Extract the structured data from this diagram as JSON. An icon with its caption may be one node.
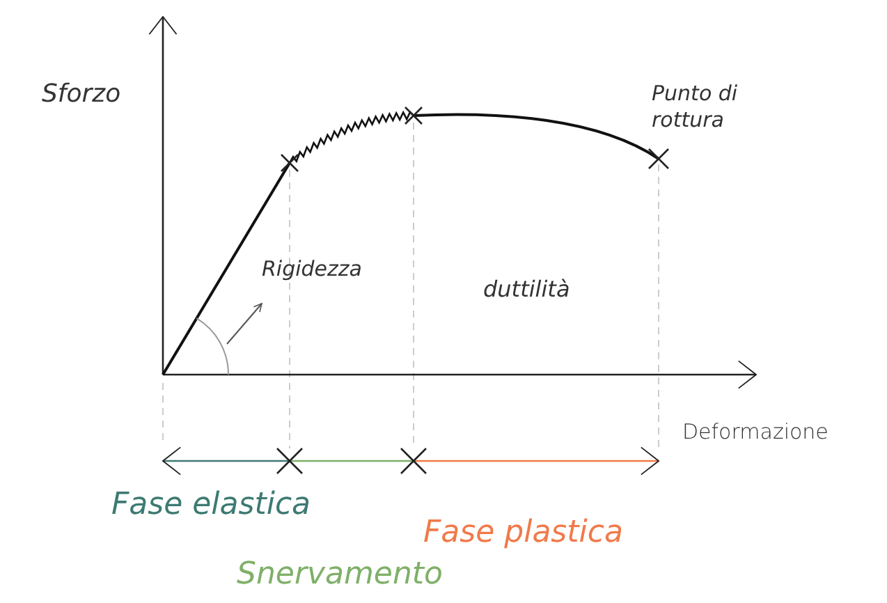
{
  "diagram": {
    "nodes": [
      {
        "text": [
          "Rigidezza"
        ]
      },
      {
        "text": [],
        "shape": "arc"
      }
    ],
    "edges": [
      {
        "from": 1,
        "to": 0,
        "arrow": "to"
      }
    ],
    "labels": [
      "Sforzo",
      "Punto di rottura",
      "duttilità",
      "Deformazione",
      "Fase elastica",
      "Snervamento",
      "Fase plastica"
    ]
  }
}
